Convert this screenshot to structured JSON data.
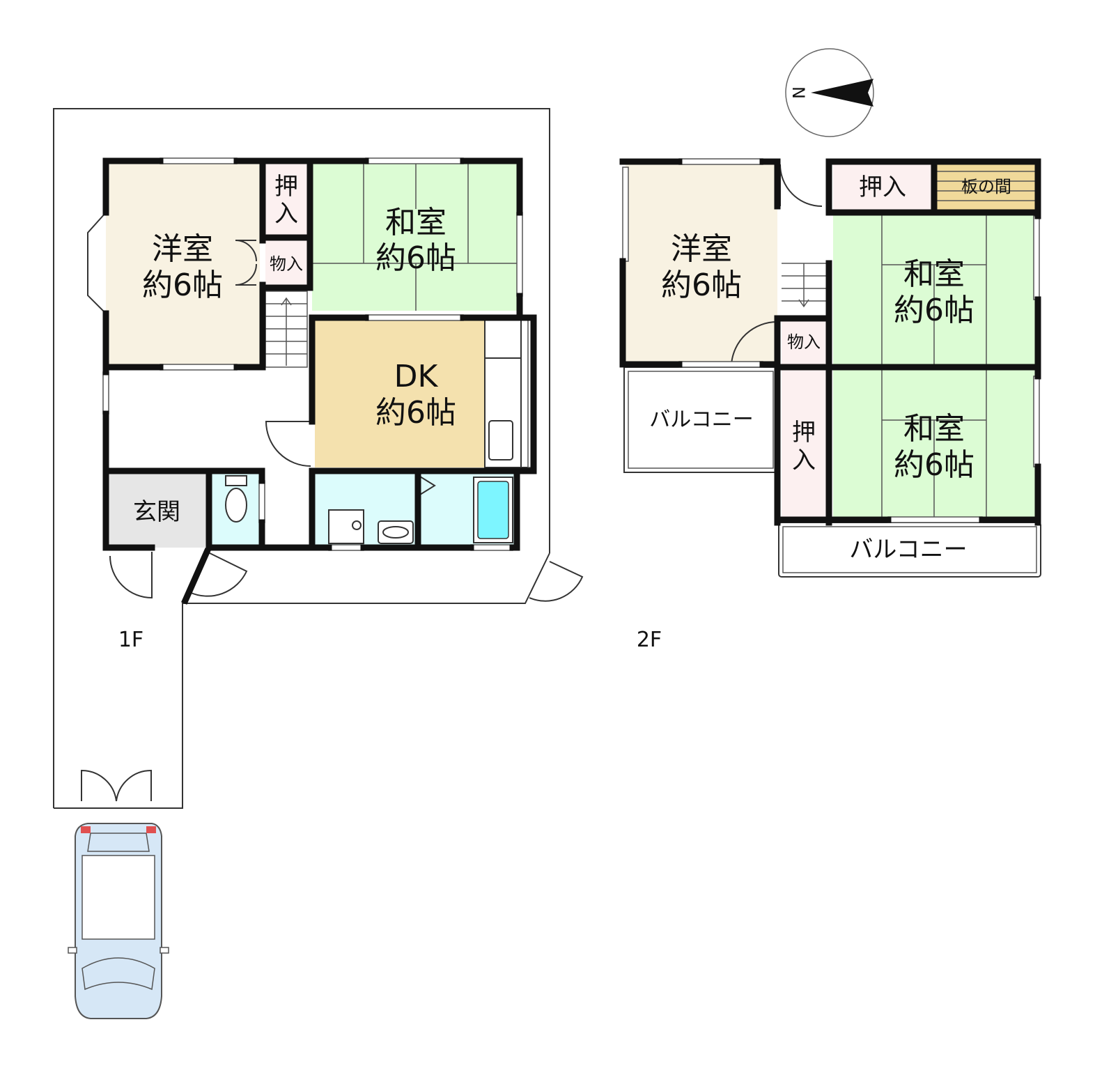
{
  "floors": {
    "first": {
      "label": "1F",
      "rooms": {
        "western": {
          "name": "洋室",
          "size": "約6帖"
        },
        "oshiire": {
          "c1": "押",
          "c2": "入"
        },
        "monoire": {
          "name": "物入"
        },
        "japanese": {
          "name": "和室",
          "size": "約6帖"
        },
        "dk": {
          "name": "DK",
          "size": "約6帖"
        },
        "genkan": {
          "name": "玄関"
        }
      }
    },
    "second": {
      "label": "2F",
      "rooms": {
        "western": {
          "name": "洋室",
          "size": "約6帖"
        },
        "oshiire_top": {
          "name": "押入"
        },
        "itanoma": {
          "name": "板の間"
        },
        "japanese_a": {
          "name": "和室",
          "size": "約6帖"
        },
        "japanese_b": {
          "name": "和室",
          "size": "約6帖"
        },
        "monoire": {
          "name": "物入"
        },
        "oshiire_side": {
          "c1": "押",
          "c2": "入"
        },
        "balcony_west": {
          "name": "バルコニー"
        },
        "balcony_south": {
          "name": "バルコニー"
        }
      }
    }
  },
  "compass": {
    "letter": "N"
  },
  "colors": {
    "western": "#f8f2e2",
    "japanese": "#dcfcd4",
    "dk": "#f4e1ae",
    "storage": "#fcf0f0",
    "wet": "#dcfcfc",
    "bathtub": "#7df5ff",
    "genkan": "#e6e6e6",
    "itanoma": "#f0d99a",
    "car": "#d6e7f6",
    "wall": "#111111"
  },
  "icons": [
    "compass-icon",
    "car-icon",
    "toilet-icon",
    "sink-icon",
    "bathtub-icon",
    "stairs-icon",
    "door-swing-icon"
  ]
}
